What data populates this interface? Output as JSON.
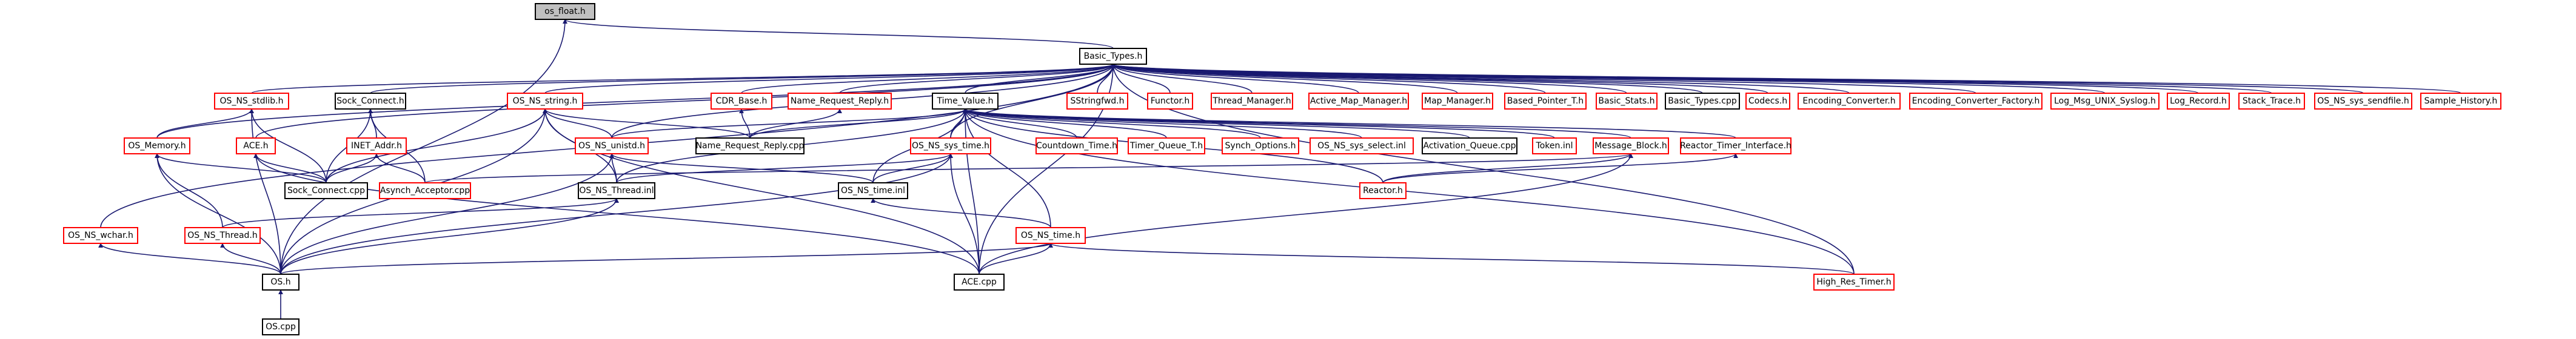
{
  "graph": {
    "colors": {
      "edge": "#191970",
      "documented_border": "#000000",
      "undocumented_border": "#ff0000",
      "focus_fill": "#c0c0c0",
      "node_fill": "#ffffff"
    },
    "nodes": {
      "os_float": {
        "label": "os_float.h",
        "style": "focus"
      },
      "basic_types": {
        "label": "Basic_Types.h",
        "style": "doc"
      },
      "os_ns_stdlib": {
        "label": "OS_NS_stdlib.h",
        "style": "undoc"
      },
      "sock_connect_h": {
        "label": "Sock_Connect.h",
        "style": "doc"
      },
      "os_ns_string": {
        "label": "OS_NS_string.h",
        "style": "undoc"
      },
      "cdr_base": {
        "label": "CDR_Base.h",
        "style": "undoc"
      },
      "name_request_reply_h": {
        "label": "Name_Request_Reply.h",
        "style": "undoc"
      },
      "time_value": {
        "label": "Time_Value.h",
        "style": "doc"
      },
      "sstringfwd": {
        "label": "SStringfwd.h",
        "style": "undoc"
      },
      "functor": {
        "label": "Functor.h",
        "style": "undoc"
      },
      "thread_manager": {
        "label": "Thread_Manager.h",
        "style": "undoc"
      },
      "active_map_manager": {
        "label": "Active_Map_Manager.h",
        "style": "undoc"
      },
      "map_manager": {
        "label": "Map_Manager.h",
        "style": "undoc"
      },
      "based_pointer_t": {
        "label": "Based_Pointer_T.h",
        "style": "undoc"
      },
      "basic_stats": {
        "label": "Basic_Stats.h",
        "style": "undoc"
      },
      "basic_types_cpp": {
        "label": "Basic_Types.cpp",
        "style": "doc"
      },
      "codecs": {
        "label": "Codecs.h",
        "style": "undoc"
      },
      "encoding_converter": {
        "label": "Encoding_Converter.h",
        "style": "undoc"
      },
      "encoding_converter_factory": {
        "label": "Encoding_Converter_Factory.h",
        "style": "undoc"
      },
      "log_msg_unix_syslog": {
        "label": "Log_Msg_UNIX_Syslog.h",
        "style": "undoc"
      },
      "log_record": {
        "label": "Log_Record.h",
        "style": "undoc"
      },
      "stack_trace": {
        "label": "Stack_Trace.h",
        "style": "undoc"
      },
      "os_ns_sys_sendfile": {
        "label": "OS_NS_sys_sendfile.h",
        "style": "undoc"
      },
      "sample_history": {
        "label": "Sample_History.h",
        "style": "undoc"
      },
      "os_memory": {
        "label": "OS_Memory.h",
        "style": "undoc"
      },
      "ace_h": {
        "label": "ACE.h",
        "style": "undoc"
      },
      "inet_addr": {
        "label": "INET_Addr.h",
        "style": "undoc"
      },
      "os_ns_unistd": {
        "label": "OS_NS_unistd.h",
        "style": "undoc"
      },
      "name_request_reply_cpp": {
        "label": "Name_Request_Reply.cpp",
        "style": "doc"
      },
      "os_ns_sys_time": {
        "label": "OS_NS_sys_time.h",
        "style": "undoc"
      },
      "countdown_time": {
        "label": "Countdown_Time.h",
        "style": "undoc"
      },
      "timer_queue_t": {
        "label": "Timer_Queue_T.h",
        "style": "undoc"
      },
      "synch_options": {
        "label": "Synch_Options.h",
        "style": "undoc"
      },
      "os_ns_sys_select": {
        "label": "OS_NS_sys_select.inl",
        "style": "undoc"
      },
      "activation_queue": {
        "label": "Activation_Queue.cpp",
        "style": "doc"
      },
      "token": {
        "label": "Token.inl",
        "style": "undoc"
      },
      "message_block": {
        "label": "Message_Block.h",
        "style": "undoc"
      },
      "reactor_timer_interface": {
        "label": "Reactor_Timer_Interface.h",
        "style": "undoc"
      },
      "sock_connect_cpp": {
        "label": "Sock_Connect.cpp",
        "style": "doc"
      },
      "asynch_acceptor": {
        "label": "Asynch_Acceptor.cpp",
        "style": "undoc"
      },
      "os_ns_thread_inl": {
        "label": "OS_NS_Thread.inl",
        "style": "doc"
      },
      "os_ns_time_inl": {
        "label": "OS_NS_time.inl",
        "style": "doc"
      },
      "reactor": {
        "label": "Reactor.h",
        "style": "undoc"
      },
      "os_ns_wchar": {
        "label": "OS_NS_wchar.h",
        "style": "undoc"
      },
      "os_ns_thread_h": {
        "label": "OS_NS_Thread.h",
        "style": "undoc"
      },
      "os_ns_time_h": {
        "label": "OS_NS_time.h",
        "style": "undoc"
      },
      "os_h": {
        "label": "OS.h",
        "style": "doc"
      },
      "ace_cpp": {
        "label": "ACE.cpp",
        "style": "doc"
      },
      "high_res_timer": {
        "label": "High_Res_Timer.h",
        "style": "undoc"
      },
      "os_cpp": {
        "label": "OS.cpp",
        "style": "doc"
      }
    }
  }
}
